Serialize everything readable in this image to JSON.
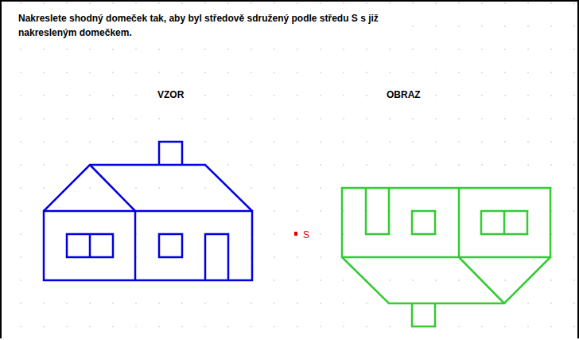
{
  "diagram": {
    "title": "Nakreslete shodný domeček tak, aby byl středově sdružený podle středu S s již nakresleným domečkem.",
    "labels": [
      "VZOR",
      "OBRAZ",
      "S"
    ]
  }
}
